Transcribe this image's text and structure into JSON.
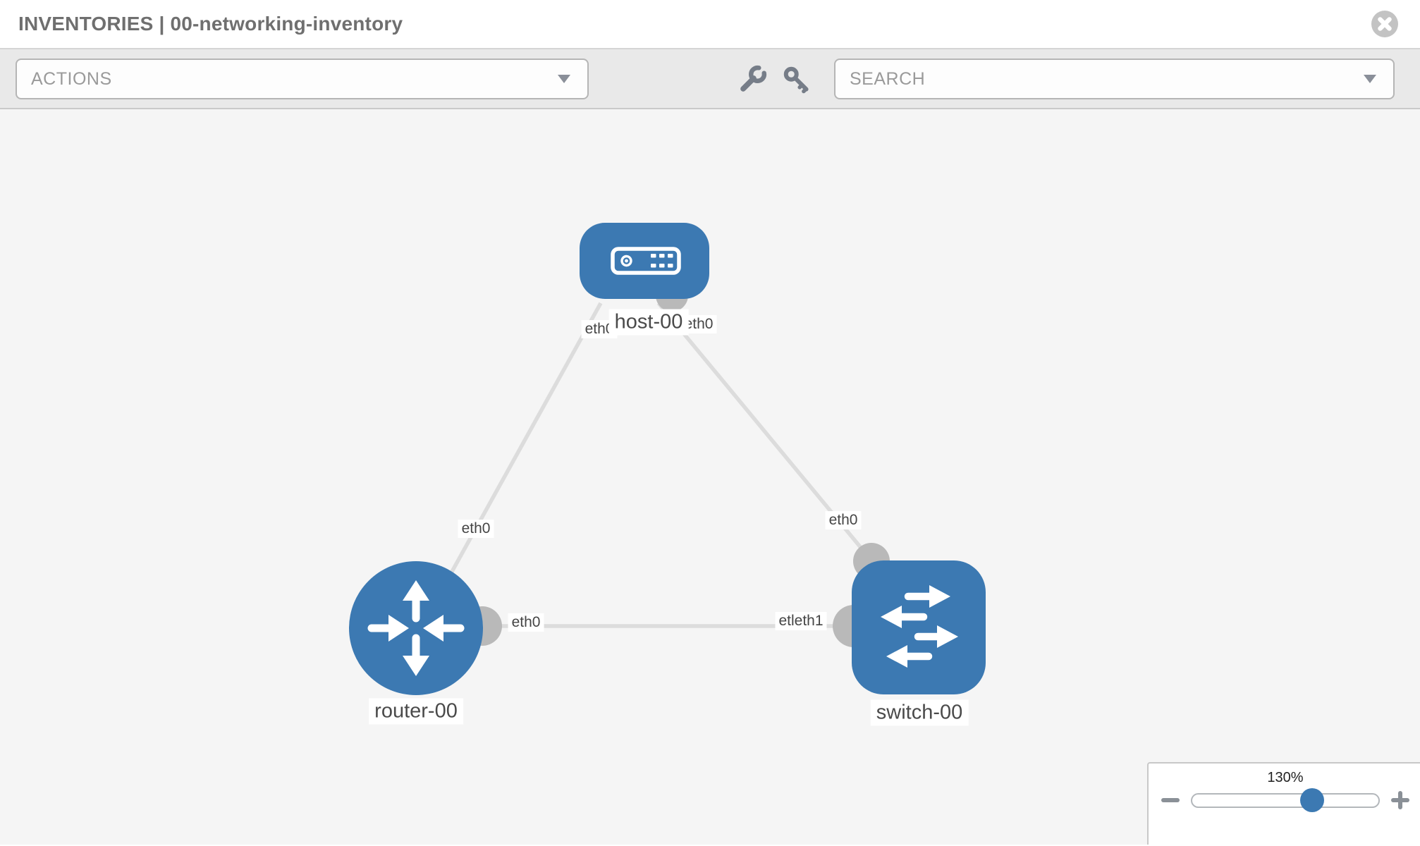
{
  "header": {
    "title": "INVENTORIES | 00-networking-inventory"
  },
  "toolbar": {
    "actions_label": "ACTIONS",
    "search_label": "SEARCH"
  },
  "topology": {
    "nodes": [
      {
        "id": "host-00",
        "type": "host",
        "label": "host-00"
      },
      {
        "id": "router-00",
        "type": "router",
        "label": "router-00"
      },
      {
        "id": "switch-00",
        "type": "switch",
        "label": "switch-00"
      }
    ],
    "links": [
      {
        "source": "host-00",
        "source_interface": "eth0",
        "target": "router-00",
        "target_interface": "eth0"
      },
      {
        "source": "host-00",
        "source_interface": "eth0",
        "target": "switch-00",
        "target_interface": "eth0"
      },
      {
        "source": "router-00",
        "source_interface": "eth0",
        "target": "switch-00",
        "target_interface": "etleth1"
      }
    ]
  },
  "zoom_control": {
    "level": "130%",
    "percent": 64.5
  },
  "colors": {
    "node_blue": "#3c79b2",
    "port_gray": "#b9b9b9",
    "edge_gray": "#dcdcdc"
  }
}
